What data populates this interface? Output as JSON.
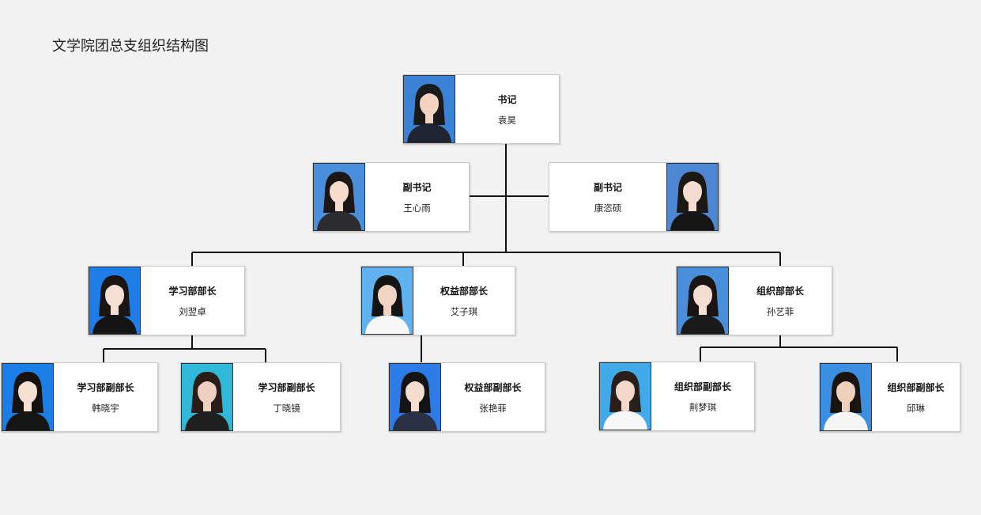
{
  "title": "文学院团总支组织结构图",
  "nodes": {
    "secretary": {
      "role": "书记",
      "name": "袁昊",
      "bg": "#3a82d6",
      "hair": "#1a1a1a",
      "cloth": "#1f2433",
      "skin": "#f2d3c1"
    },
    "deputy1": {
      "role": "副书记",
      "name": "王心雨",
      "bg": "#4a8fdc",
      "hair": "#1c1614",
      "cloth": "#2b2b30",
      "skin": "#f5dccd"
    },
    "deputy2": {
      "role": "副书记",
      "name": "康恣硕",
      "bg": "#4d86d2",
      "hair": "#1b1816",
      "cloth": "#151515",
      "skin": "#f4ddd0"
    },
    "study_head": {
      "role": "学习部部长",
      "name": "刘翌卓",
      "bg": "#1e7de6",
      "hair": "#1b1614",
      "cloth": "#141414",
      "skin": "#f6dfd3"
    },
    "rights_head": {
      "role": "权益部部长",
      "name": "艾子琪",
      "bg": "#5fb2ef",
      "hair": "#141414",
      "cloth": "#f7f7f7",
      "skin": "#f1d4c3"
    },
    "org_head": {
      "role": "组织部部长",
      "name": "孙艺菲",
      "bg": "#4a8fdc",
      "hair": "#1a1513",
      "cloth": "#1a1a1a",
      "skin": "#f5ddd1"
    },
    "study_dep1": {
      "role": "学习部副部长",
      "name": "韩晓宇",
      "bg": "#1a7ee6",
      "hair": "#16120f",
      "cloth": "#151515",
      "skin": "#f6e0d4"
    },
    "study_dep2": {
      "role": "学习部副部长",
      "name": "丁晓镜",
      "bg": "#2fb8d8",
      "hair": "#2a1d17",
      "cloth": "#1f1f1f",
      "skin": "#efcfbf"
    },
    "rights_dep": {
      "role": "权益部副部长",
      "name": "张艳菲",
      "bg": "#2d7be6",
      "hair": "#141414",
      "cloth": "#2a3146",
      "skin": "#f4dccf"
    },
    "org_dep1": {
      "role": "组织部副部长",
      "name": "荆梦琪",
      "bg": "#3fa9ea",
      "hair": "#2a1e19",
      "cloth": "#f7f7f7",
      "skin": "#f3d9cc"
    },
    "org_dep2": {
      "role": "组织部副部长",
      "name": "邱琳",
      "bg": "#3c8fe0",
      "hair": "#1a1411",
      "cloth": "#f5f5f5",
      "skin": "#efd0bd"
    }
  }
}
